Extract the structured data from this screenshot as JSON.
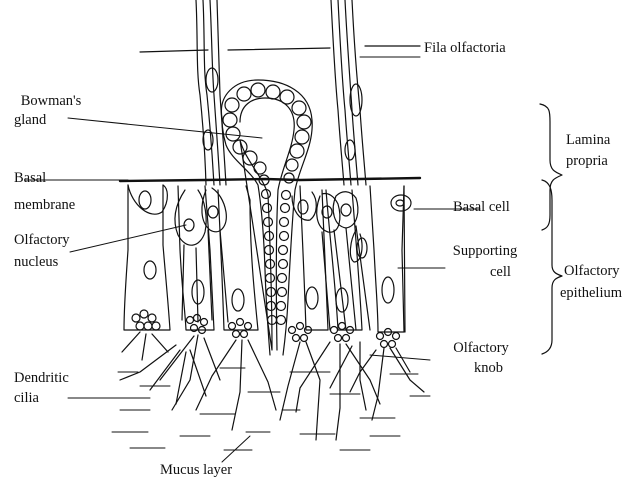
{
  "diagram": {
    "labels": {
      "fila_olfactoria": "Fila olfactoria",
      "bowmans_gland_1": "Bowman's",
      "bowmans_gland_2": "gland",
      "lamina_propria_1": "Lamina",
      "lamina_propria_2": "propria",
      "basal_membrane_1": "Basal",
      "basal_membrane_2": "membrane",
      "basal_cell": "Basal cell",
      "olfactory_nucleus_1": "Olfactory",
      "olfactory_nucleus_2": "nucleus",
      "supporting_cell_1": "Supporting",
      "supporting_cell_2": "cell",
      "olfactory_epithelium_1": "Olfactory",
      "olfactory_epithelium_2": "epithelium",
      "olfactory_knob_1": "Olfactory",
      "olfactory_knob_2": "knob",
      "dendritic_cilia_1": "Dendritic",
      "dendritic_cilia_2": "cilia",
      "mucus_layer": "Mucus layer"
    },
    "colors": {
      "ink": "#111111",
      "paper": "#ffffff"
    }
  }
}
